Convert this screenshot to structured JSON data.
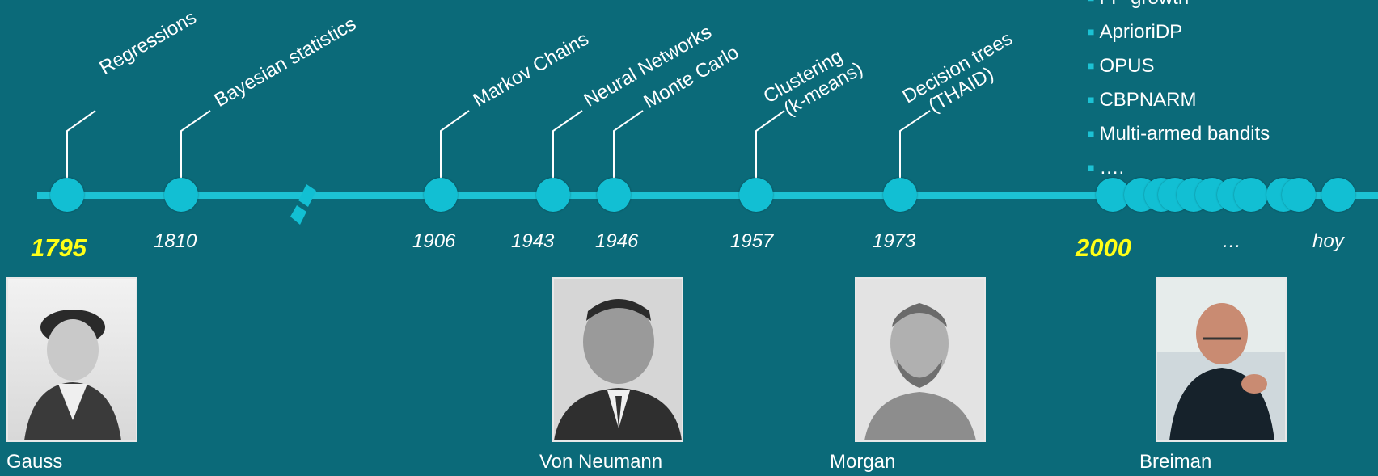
{
  "events": [
    {
      "label": "Regressions"
    },
    {
      "label": "Bayesian statistics"
    },
    {
      "label": "Markov Chains"
    },
    {
      "label": "Neural Networks"
    },
    {
      "label": "Monte Carlo"
    },
    {
      "label_line1": "Clustering",
      "label_line2": "(k-means)"
    },
    {
      "label_line1": "Decision trees",
      "label_line2": "(THAID)"
    }
  ],
  "years": [
    "1795",
    "1810",
    "1906",
    "1943",
    "1946",
    "1957",
    "1973",
    "2000",
    "…",
    "hoy"
  ],
  "algorithms": [
    "FP-growth",
    "AprioriDP",
    "OPUS",
    "CBPNARM",
    "Multi-armed bandits",
    "…."
  ],
  "people": [
    "Gauss",
    "Von Neumann",
    "Morgan",
    "Breiman"
  ],
  "colors": {
    "background": "#0b6a79",
    "accent": "#1cc2d4",
    "highlight_year": "#ffff17"
  }
}
